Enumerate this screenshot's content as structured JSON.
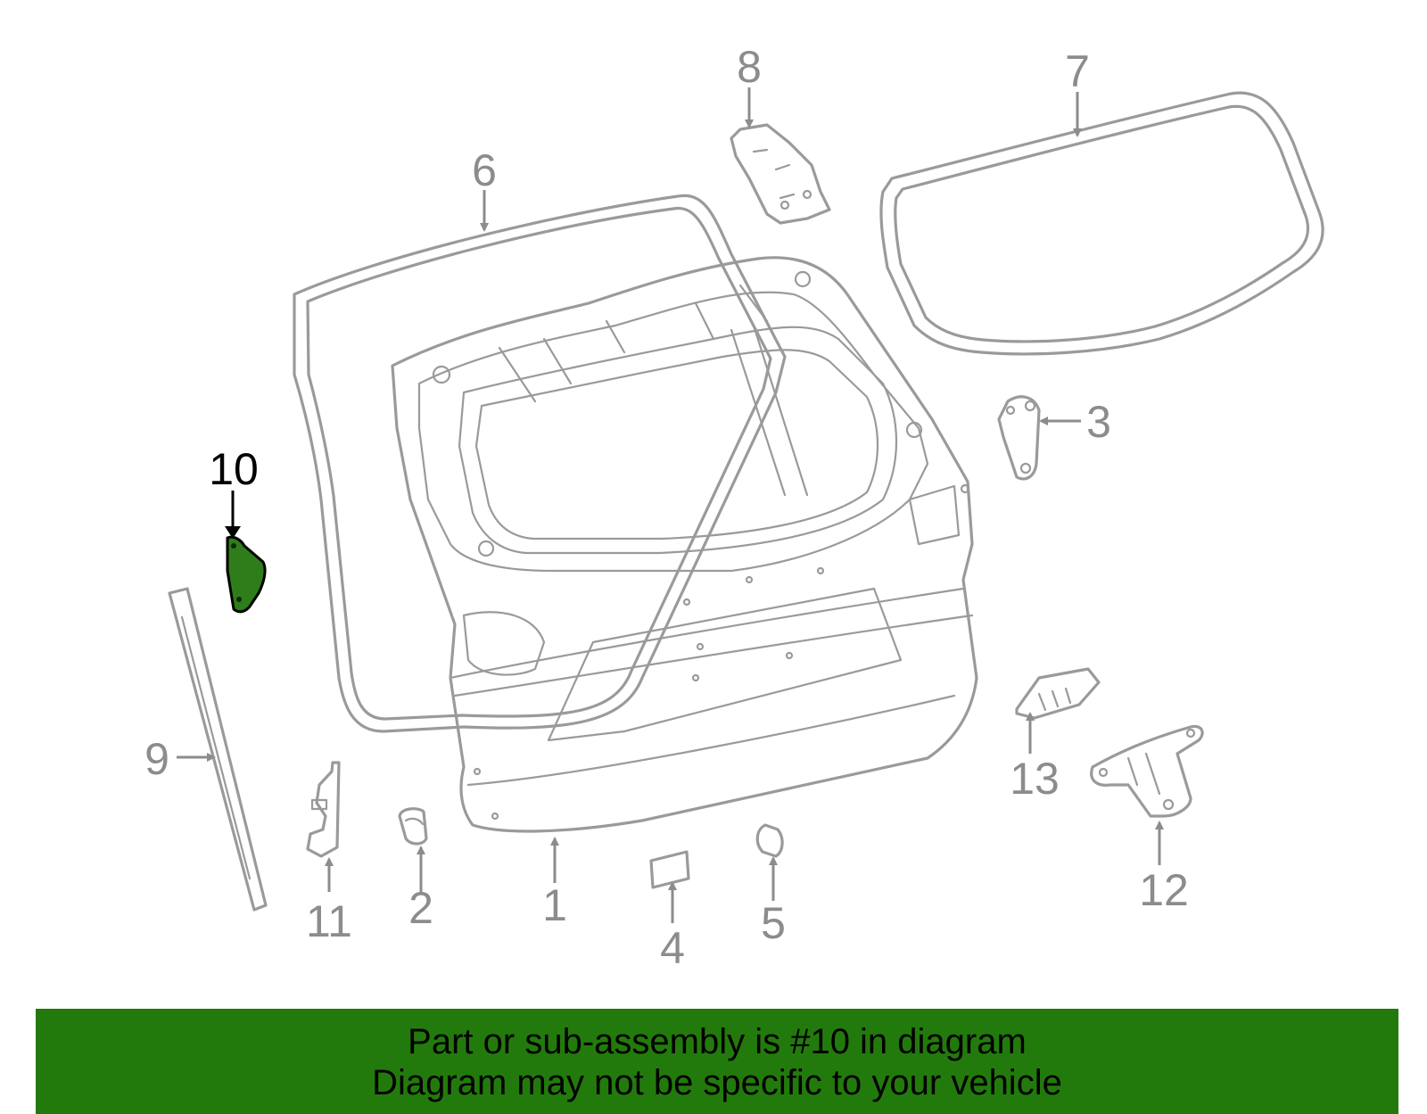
{
  "callouts": {
    "c1": "1",
    "c2": "2",
    "c3": "3",
    "c4": "4",
    "c5": "5",
    "c6": "6",
    "c7": "7",
    "c8": "8",
    "c9": "9",
    "c10": "10",
    "c11": "11",
    "c12": "12",
    "c13": "13"
  },
  "highlighted_part": "10",
  "colors": {
    "highlight_fill": "#2e7d1a",
    "banner_background": "#237a0c",
    "line_art": "#9a9a9a"
  },
  "banner": {
    "line1": "Part or sub-assembly is #10 in diagram",
    "line2": "Diagram may not be specific to your vehicle"
  }
}
